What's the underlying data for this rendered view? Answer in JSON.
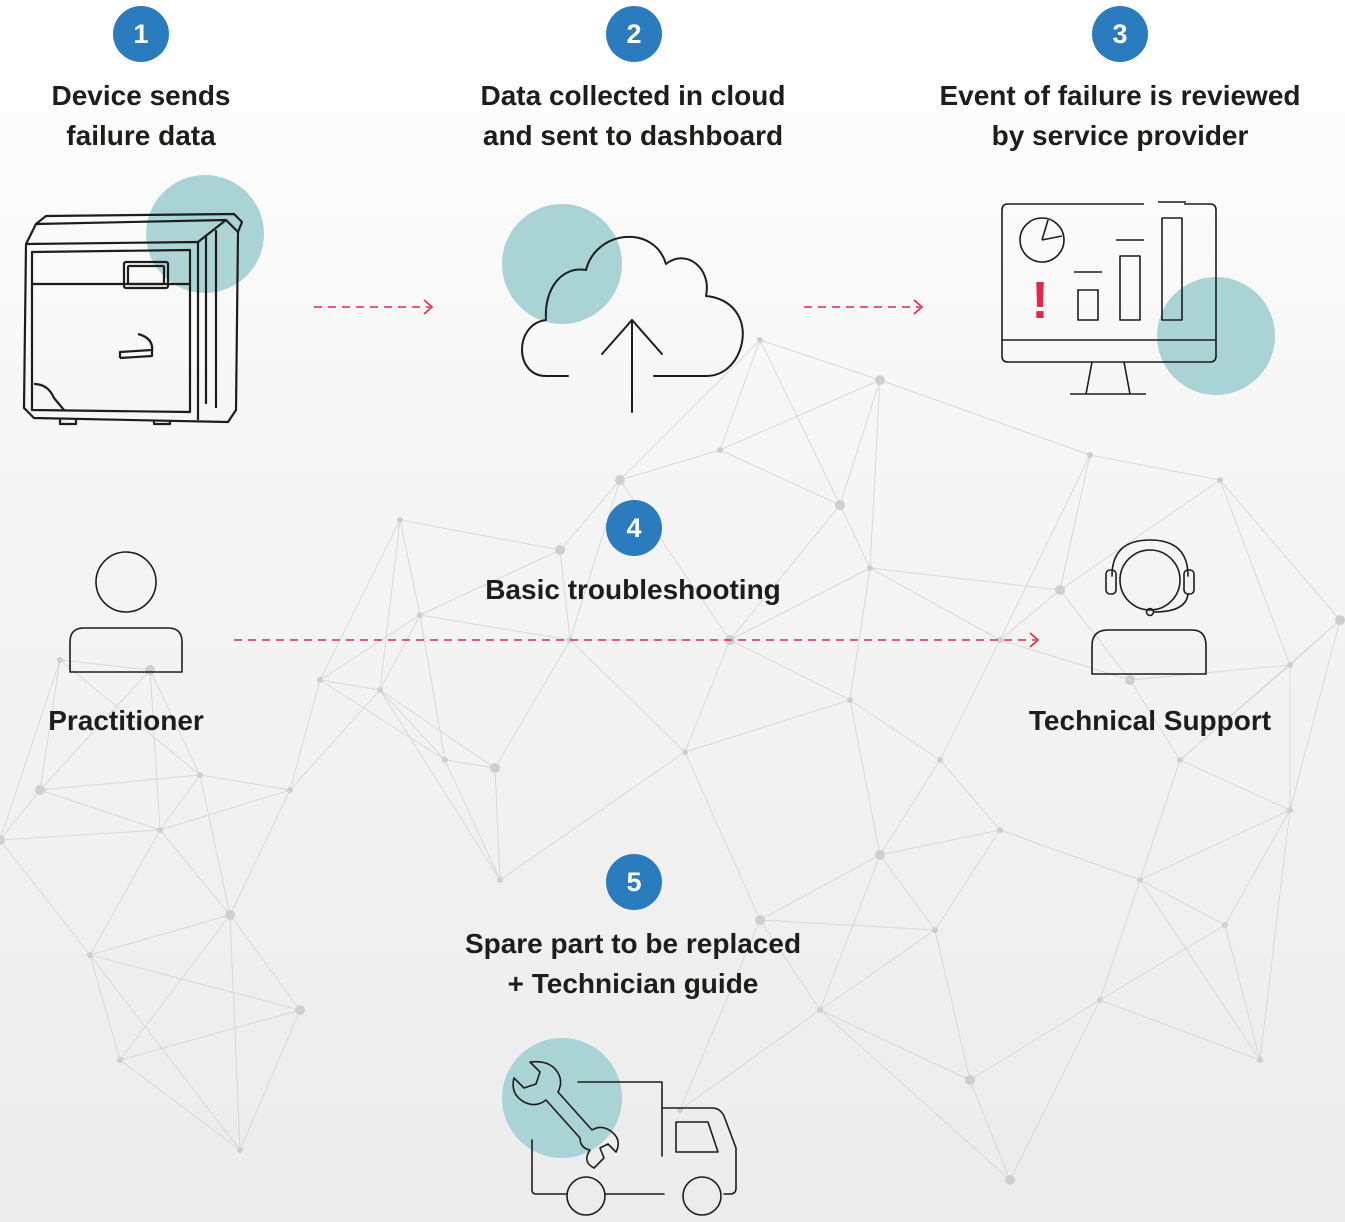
{
  "colors": {
    "badge": "#2b7bbf",
    "accent_circle": "#a9d3d4",
    "arrow": "#e5264a",
    "alert": "#e5264a",
    "line_art": "#1d1d1b"
  },
  "steps": [
    {
      "number": "1",
      "title_lines": [
        "Device sends",
        "failure data"
      ],
      "icon": "sterilizer-device-icon"
    },
    {
      "number": "2",
      "title_lines": [
        "Data collected in cloud",
        "and sent to dashboard"
      ],
      "icon": "cloud-upload-icon"
    },
    {
      "number": "3",
      "title_lines": [
        "Event of failure is reviewed",
        "by service provider"
      ],
      "icon": "monitor-dashboard-icon"
    },
    {
      "number": "4",
      "title_lines": [
        "Basic troubleshooting"
      ],
      "icon": ""
    },
    {
      "number": "5",
      "title_lines": [
        "Spare part to be replaced",
        "+ Technician guide"
      ],
      "icon": "wrench-truck-icon"
    }
  ],
  "alert_mark": "!",
  "roles": {
    "practitioner": {
      "label": "Practitioner",
      "icon": "user-icon"
    },
    "technical_support": {
      "label": "Technical Support",
      "icon": "headset-agent-icon"
    }
  }
}
